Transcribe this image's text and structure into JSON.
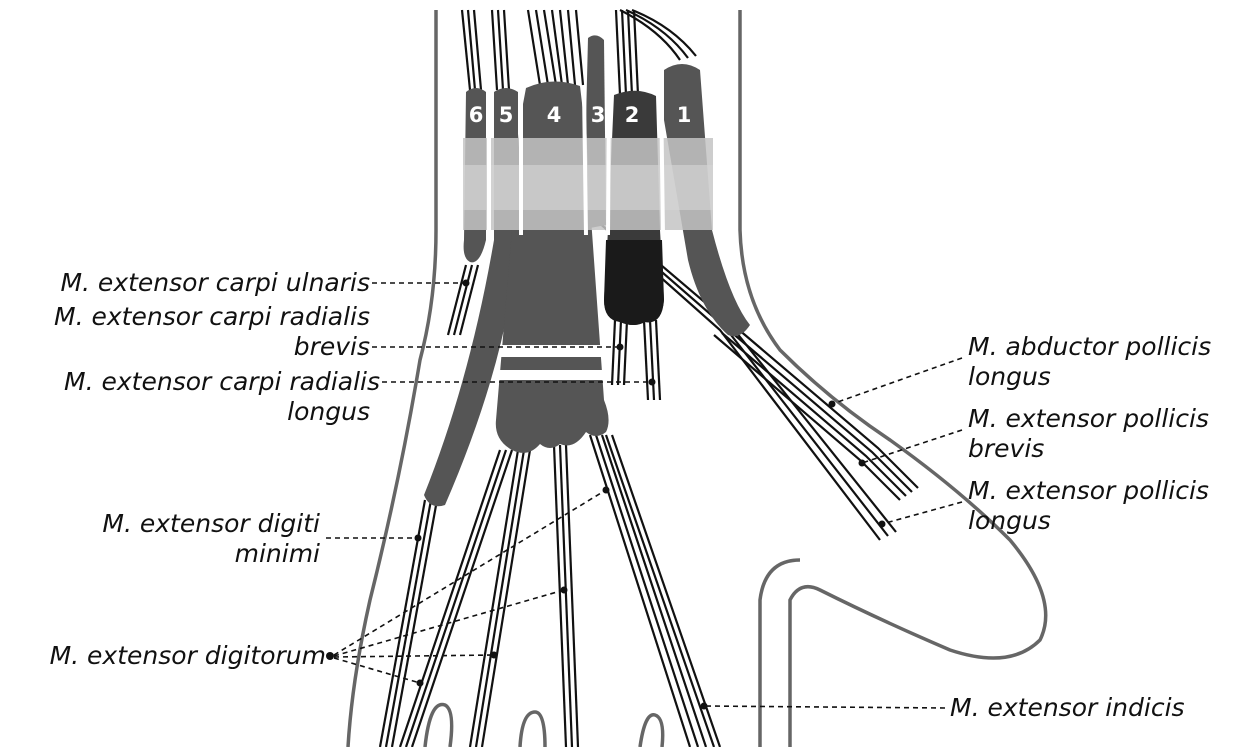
{
  "compartments": [
    {
      "number": "1"
    },
    {
      "number": "2"
    },
    {
      "number": "3"
    },
    {
      "number": "4"
    },
    {
      "number": "5"
    },
    {
      "number": "6"
    }
  ],
  "labels": {
    "ecu": "M. extensor carpi ulnaris",
    "ecrb_1": "M. extensor carpi radialis",
    "ecrb_2": "brevis",
    "ecrl_1": "M. extensor carpi radialis",
    "ecrl_2": "longus",
    "edm_1": "M. extensor digiti",
    "edm_2": "minimi",
    "ed": "M. extensor digitorum",
    "apl_1": "M. abductor pollicis",
    "apl_2": "longus",
    "epb_1": "M. extensor pollicis",
    "epb_2": "brevis",
    "epl_1": "M. extensor pollicis",
    "epl_2": "longus",
    "ei": "M. extensor indicis"
  },
  "colors": {
    "sheath_dark": "#555555",
    "sheath_darker": "#222222",
    "retinaculum": "#c8c8c8",
    "skin_outline": "#666666",
    "tendon": "#111111"
  }
}
